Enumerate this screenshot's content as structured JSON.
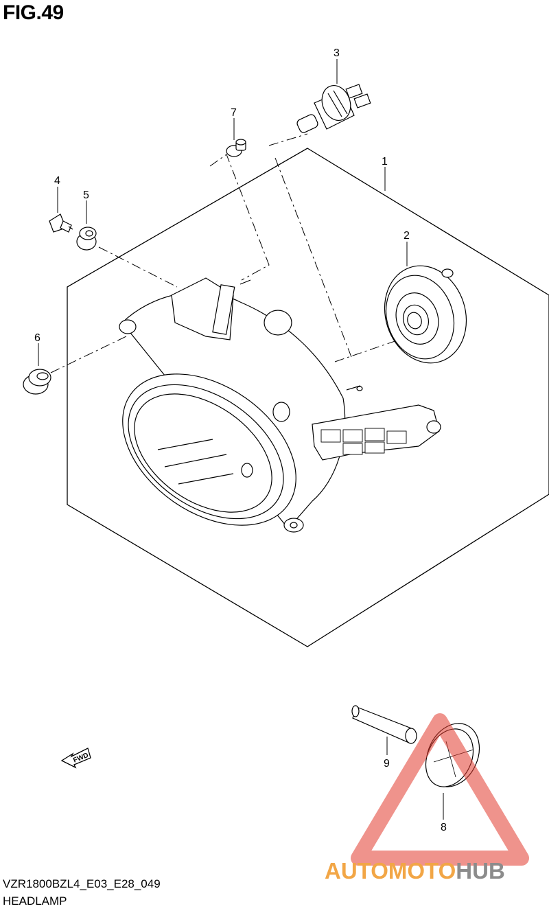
{
  "figure": {
    "title": "FIG.49",
    "model_code": "VZR1800BZL4_E03_E28_049",
    "name": "HEADLAMP"
  },
  "callouts": [
    {
      "id": "1",
      "label": "1",
      "part": "headlamp-assembly"
    },
    {
      "id": "2",
      "label": "2",
      "part": "bulb-socket-cover"
    },
    {
      "id": "3",
      "label": "3",
      "part": "headlamp-bulb"
    },
    {
      "id": "4",
      "label": "4",
      "part": "screw"
    },
    {
      "id": "5",
      "label": "5",
      "part": "grommet"
    },
    {
      "id": "6",
      "label": "6",
      "part": "cushion"
    },
    {
      "id": "7",
      "label": "7",
      "part": "nut"
    },
    {
      "id": "8",
      "label": "8",
      "part": "reflector"
    },
    {
      "id": "9",
      "label": "9",
      "part": "stud-bolt"
    }
  ],
  "direction_marker": "FWD",
  "watermark": {
    "part_a": "AUTOMOTO",
    "part_b": "HUB",
    "color_a": "#f2a646",
    "color_b": "#8c8c8c",
    "triangle_color": "#e23b2e"
  },
  "colors": {
    "line": "#000000",
    "background": "#ffffff"
  }
}
